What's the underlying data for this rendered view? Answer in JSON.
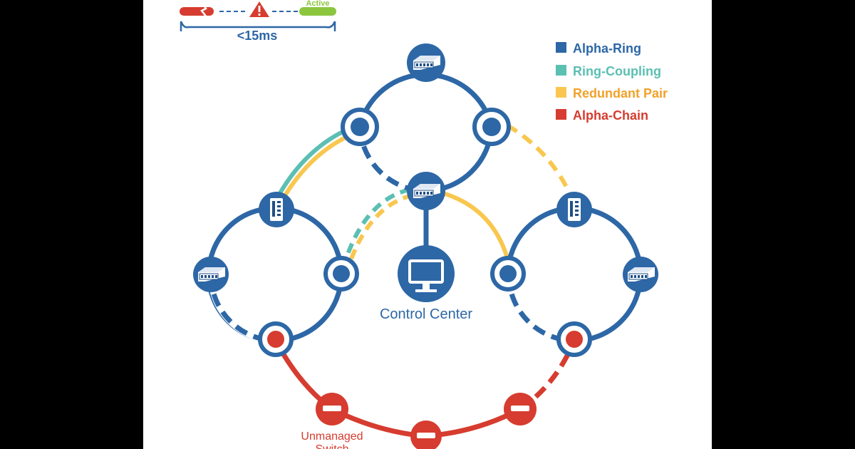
{
  "colors": {
    "background": "#000000",
    "panel": "#ffffff",
    "alpha_ring": "#2d67a6",
    "ring_coupling": "#5bbfb2",
    "redundant_pair": "#f9c74f",
    "alpha_chain": "#d63c2f",
    "legend_redundant_text": "#f0a22a",
    "failover_green": "#8cc63f"
  },
  "failover": {
    "active_label": "Active",
    "time_label": "<15ms",
    "warning_icon": "warning-triangle-icon",
    "broken_link_icon": "broken-cable-icon"
  },
  "legend": {
    "items": [
      {
        "label": "Alpha-Ring",
        "color": "#2d67a6"
      },
      {
        "label": "Ring-Coupling",
        "color": "#5bbfb2"
      },
      {
        "label": "Redundant Pair",
        "color": "#f0a22a"
      },
      {
        "label": "Alpha-Chain",
        "color": "#d63c2f"
      }
    ]
  },
  "labels": {
    "control_center": "Control Center",
    "unmanaged_switch_line1": "Unmanaged",
    "unmanaged_switch_line2": "Switch"
  },
  "icons": {
    "switch": "network-switch-icon",
    "din_rail": "din-rail-switch-icon",
    "monitor": "monitor-icon"
  }
}
